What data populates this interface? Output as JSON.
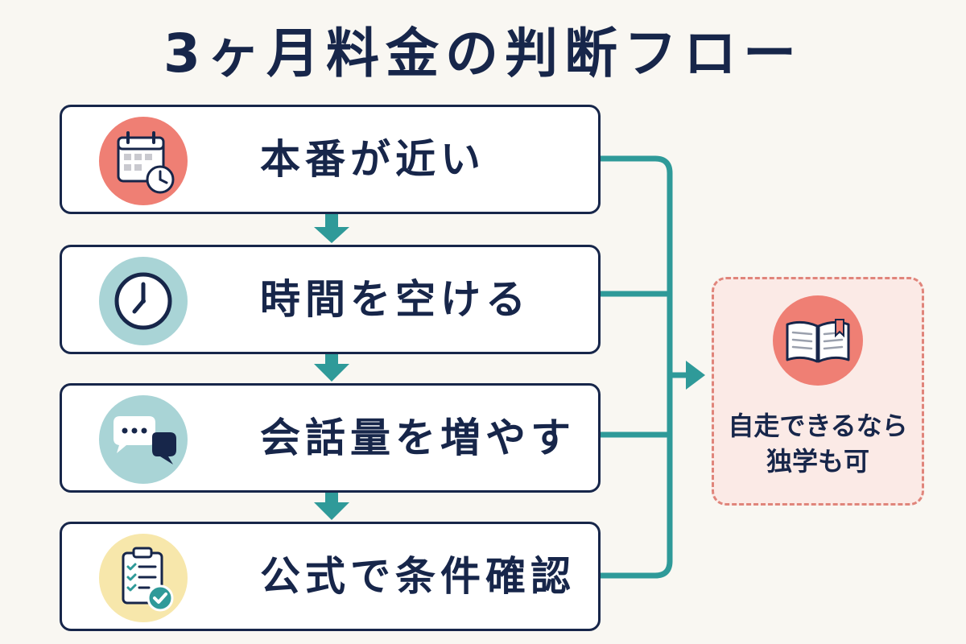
{
  "title": "3ヶ月料金の判断フロー",
  "colors": {
    "background": "#f9f7f2",
    "navy": "#17264a",
    "teal": "#2f9a99",
    "coral": "#ef7f74",
    "light_blue": "#a9d4d6",
    "cream": "#f7e7ab",
    "outcome_fill": "#fbeae6"
  },
  "steps": [
    {
      "label": "本番が近い",
      "icon": "calendar-clock-icon"
    },
    {
      "label": "時間を空ける",
      "icon": "clock-icon"
    },
    {
      "label": "会話量を増やす",
      "icon": "chat-bubbles-icon"
    },
    {
      "label": "公式で条件確認",
      "icon": "clipboard-check-icon"
    }
  ],
  "outcome": {
    "icon": "open-book-icon",
    "line1": "自走できるなら",
    "line2": "独学も可"
  }
}
